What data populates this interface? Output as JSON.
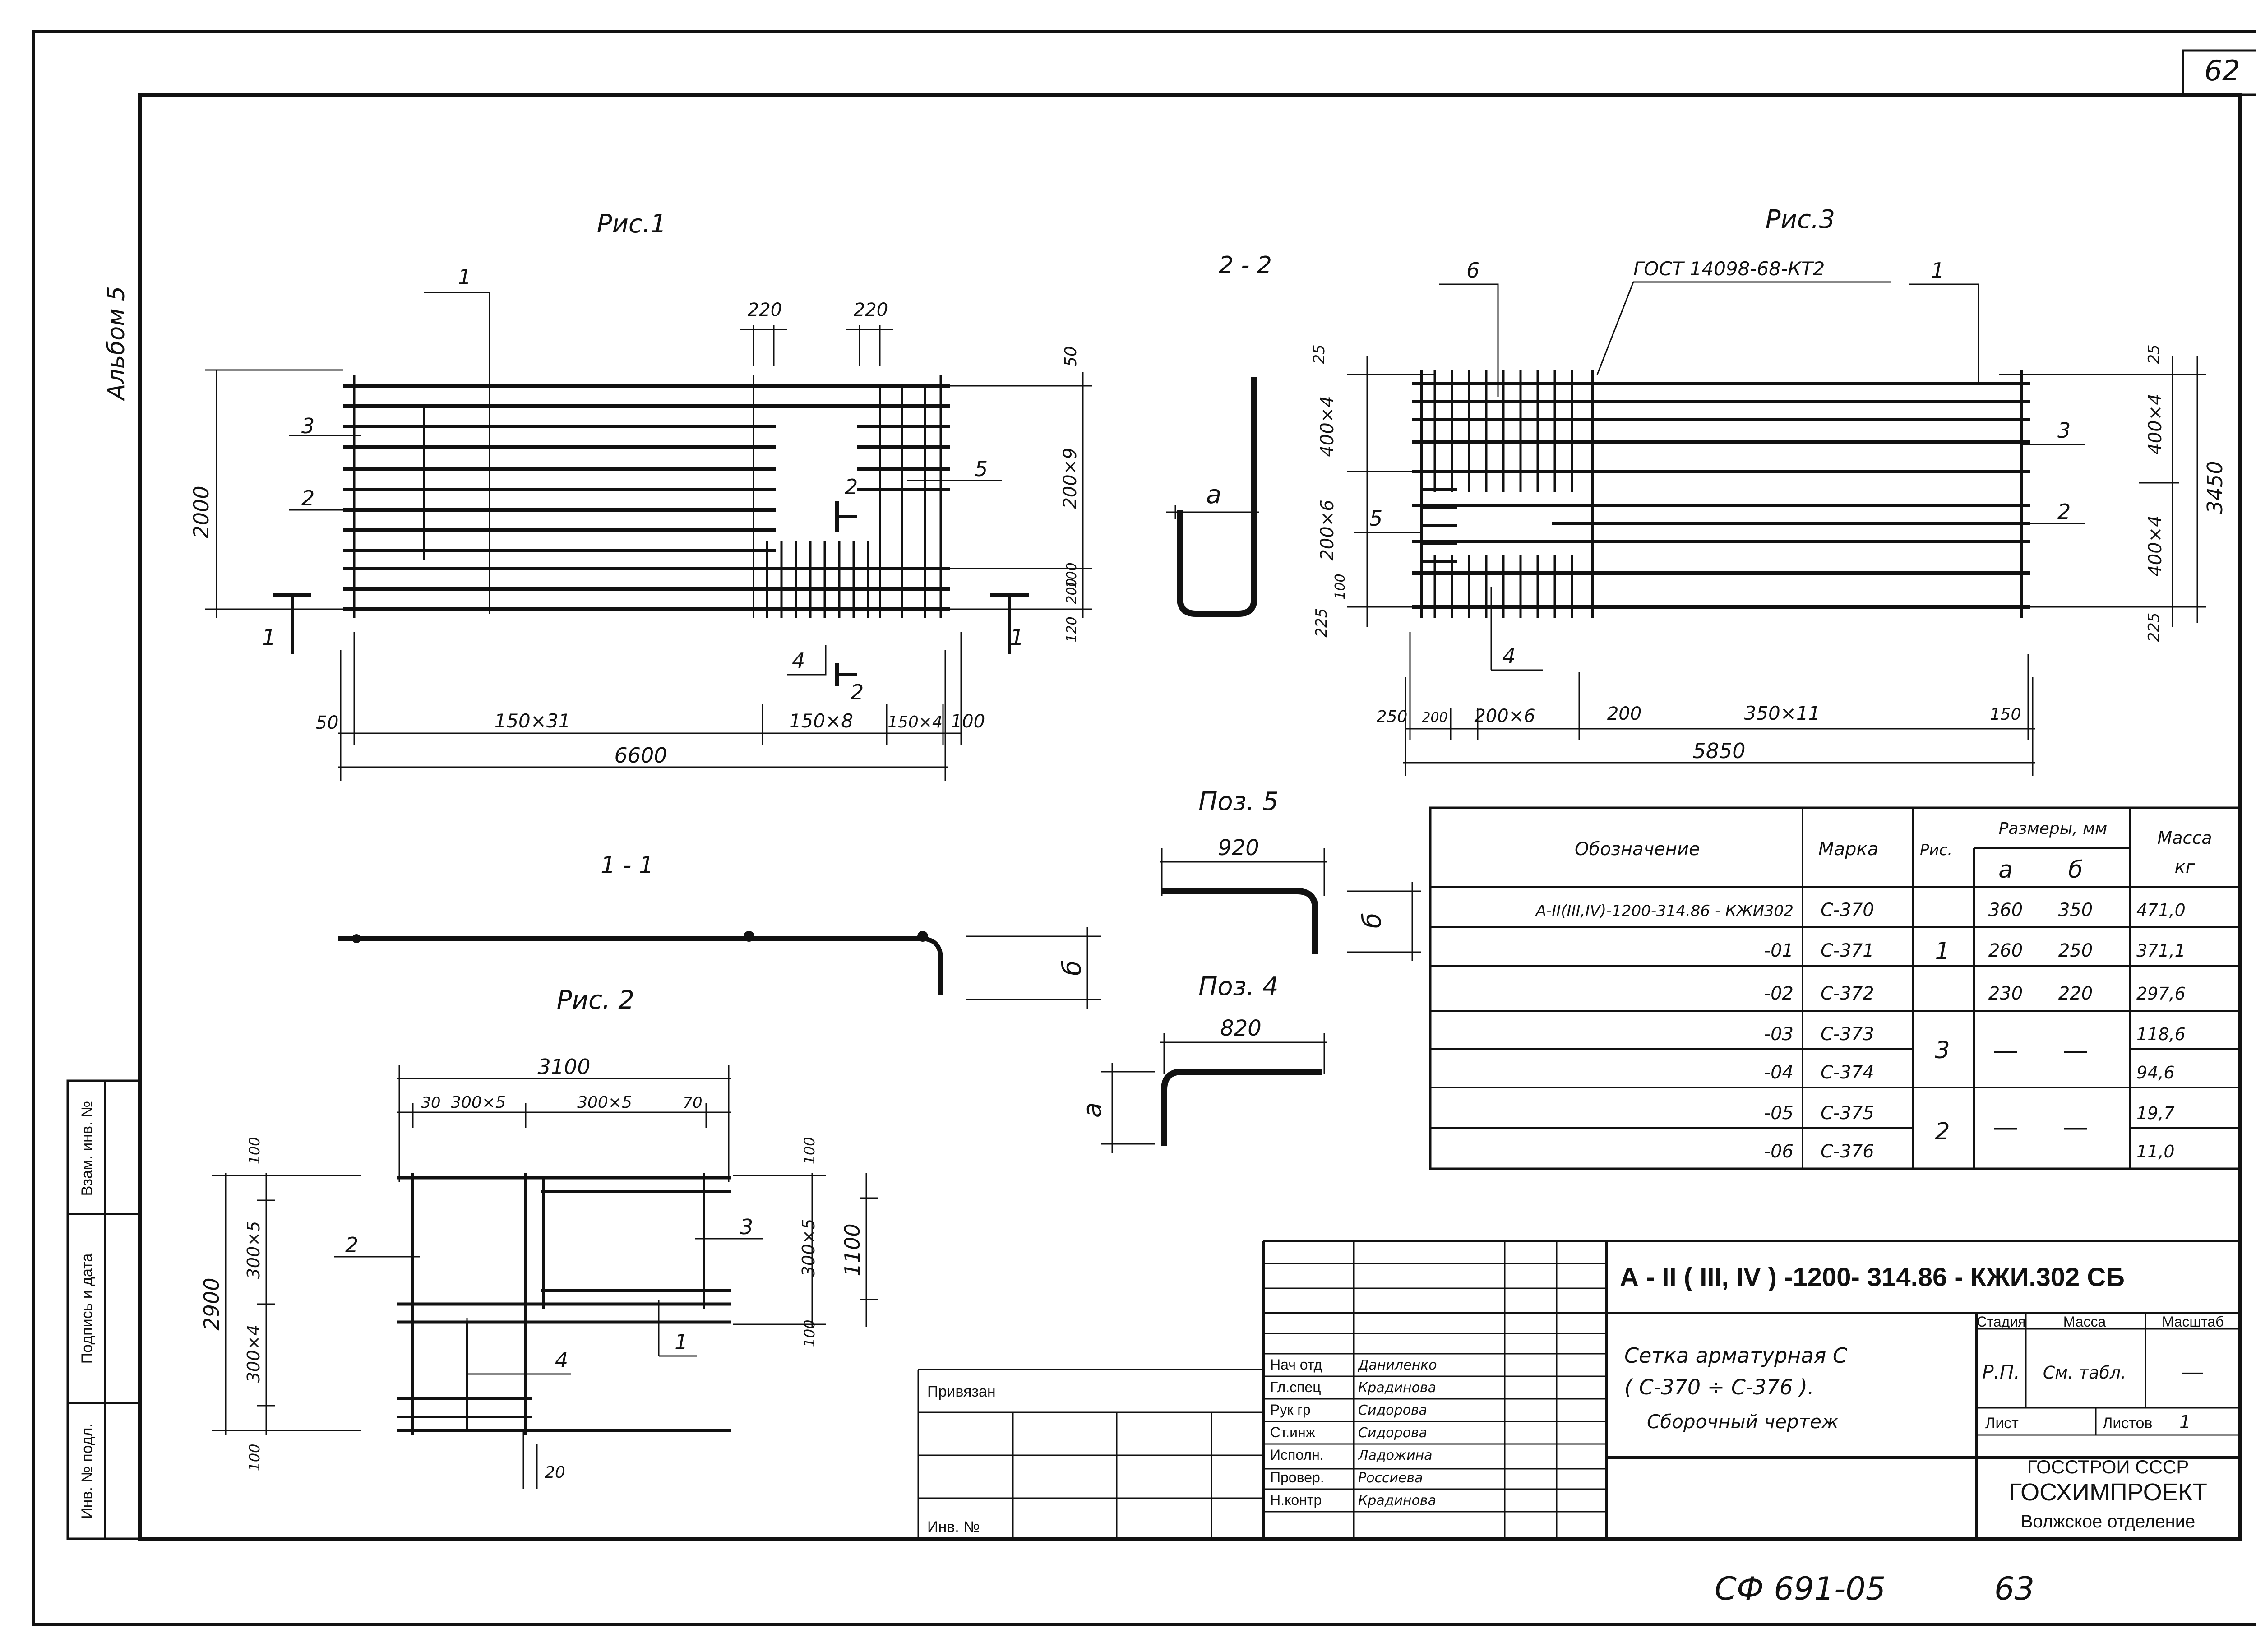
{
  "sheet": {
    "page_number": "62",
    "album": "Альбом 5",
    "archive": "СФ 691-05",
    "archive_sheet": "63"
  },
  "views": {
    "fig1": {
      "title": "Рис.1",
      "leaders": [
        "1",
        "3",
        "2",
        "5",
        "4"
      ],
      "section_marks": [
        "1",
        "1",
        "2",
        "2"
      ],
      "dims": {
        "top": [
          "220",
          "220"
        ],
        "right": [
          "50",
          "200×9",
          "100",
          "200",
          "120"
        ],
        "left": "2000",
        "bottom": [
          "50",
          "150×31",
          "150×8",
          "150×4",
          "100"
        ],
        "total": "6600"
      }
    },
    "fig2": {
      "title": "Рис. 2",
      "leaders": [
        "2",
        "3",
        "1",
        "4"
      ],
      "dims": {
        "top": "3100",
        "top_parts": [
          "30",
          "300×5",
          "300×5",
          "70"
        ],
        "left_total": "2900",
        "left": [
          "100",
          "300×5",
          "300×4",
          "100"
        ],
        "right": [
          "100",
          "300×5",
          "100"
        ],
        "right_total": "1100",
        "bottom": "20"
      }
    },
    "fig3": {
      "title": "Рис.3",
      "weld_note": "ГОСТ 14098-68-КТ2",
      "leaders": [
        "6",
        "1",
        "3",
        "2",
        "5",
        "4"
      ],
      "dims": {
        "left": [
          "25",
          "400×4",
          "200×6",
          "225",
          "100"
        ],
        "right": [
          "25",
          "400×4",
          "400×4",
          "225"
        ],
        "right_total": "3450",
        "bottom": [
          "250",
          "200",
          "200×6",
          "200",
          "350×11",
          "150"
        ],
        "total": "5850"
      }
    },
    "section_2_2": {
      "title": "2 - 2",
      "label": "а"
    },
    "section_1_1": {
      "title": "1 - 1",
      "label": "б"
    },
    "pos5": {
      "title": "Поз. 5",
      "length": "920",
      "label": "б"
    },
    "pos4": {
      "title": "Поз. 4",
      "length": "820",
      "label": "а"
    }
  },
  "spec_table": {
    "headers": {
      "designation": "Обозначение",
      "mark": "Марка",
      "fig": "Рис.",
      "sizes": "Размеры, мм",
      "a": "а",
      "b": "б",
      "mass": "Масса",
      "mass_unit": "кг"
    },
    "rows": [
      {
        "designation": "А-II(III,IV)-1200-314.86 - КЖИ302",
        "mark": "С-370",
        "a": "360",
        "b": "350",
        "mass": "471,0"
      },
      {
        "designation": "-01",
        "mark": "С-371",
        "a": "260",
        "b": "250",
        "mass": "371,1"
      },
      {
        "designation": "-02",
        "mark": "С-372",
        "a": "230",
        "b": "220",
        "mass": "297,6"
      },
      {
        "designation": "-03",
        "mark": "С-373",
        "a": "",
        "b": "",
        "mass": "118,6"
      },
      {
        "designation": "-04",
        "mark": "С-374",
        "a": "",
        "b": "",
        "mass": "94,6"
      },
      {
        "designation": "-05",
        "mark": "С-375",
        "a": "",
        "b": "",
        "mass": "19,7"
      },
      {
        "designation": "-06",
        "mark": "С-376",
        "a": "",
        "b": "",
        "mass": "11,0"
      }
    ],
    "fig_groups": [
      "1",
      "3",
      "2"
    ],
    "group_dash": "—"
  },
  "title_block": {
    "code": "А - II ( III, IV ) -1200- 314.86   - КЖИ.302 СБ",
    "name": [
      "Сетка арматурная С",
      "( С-370 ÷ С-376 ).",
      "Сборочный чертеж"
    ],
    "stage_label": "Стадия",
    "stage": "Р.П.",
    "mass_label": "Масса",
    "mass": "См. табл.",
    "scale_label": "Масштаб",
    "scale": "—",
    "sheet_label": "Лист",
    "sheets_label": "Листов",
    "sheets": "1",
    "org": [
      "ГОССТРОЙ СССР",
      "ГОСХИМПРОЕКТ",
      "Волжское отделение"
    ],
    "roles": [
      "Нач отд",
      "Гл.спец",
      "Рук гр",
      "Ст.инж",
      "Исполн.",
      "Провер.",
      "Н.контр"
    ],
    "names": [
      "Даниленко",
      "Крадинова",
      "Сидорова",
      "Сидорова",
      "Ладожина",
      "Россиева",
      "Крадинова"
    ],
    "bound": "Привязан",
    "inv": "Инв. №"
  },
  "side_stamp": [
    "Инв. № подл.",
    "Подпись и дата",
    "Взам. инв. №"
  ]
}
